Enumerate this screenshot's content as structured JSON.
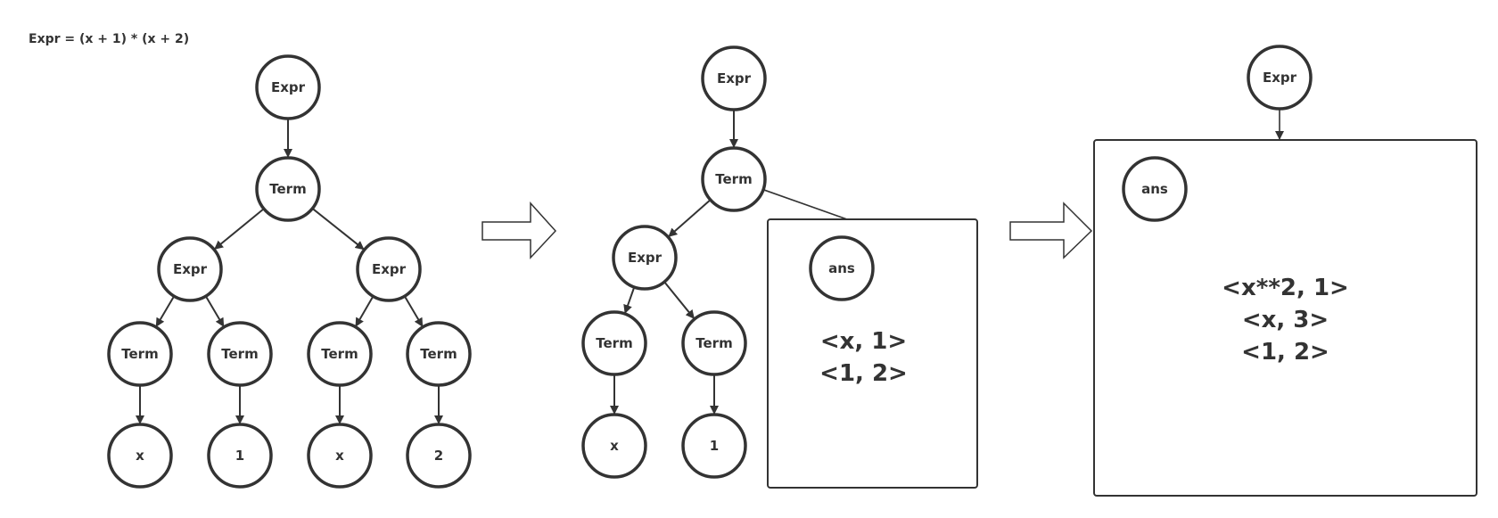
{
  "title": "Expr = (x + 1) * (x + 2)",
  "colors": {
    "stroke": "#333333",
    "text": "#333333",
    "background": "#ffffff"
  },
  "panel1": {
    "nodes": [
      {
        "id": "p1-expr-root",
        "label": "Expr"
      },
      {
        "id": "p1-term-root",
        "label": "Term"
      },
      {
        "id": "p1-expr-left",
        "label": "Expr"
      },
      {
        "id": "p1-expr-right",
        "label": "Expr"
      },
      {
        "id": "p1-term-ll",
        "label": "Term"
      },
      {
        "id": "p1-term-lr",
        "label": "Term"
      },
      {
        "id": "p1-term-rl",
        "label": "Term"
      },
      {
        "id": "p1-term-rr",
        "label": "Term"
      },
      {
        "id": "p1-leaf-x1",
        "label": "x"
      },
      {
        "id": "p1-leaf-1",
        "label": "1"
      },
      {
        "id": "p1-leaf-x2",
        "label": "x"
      },
      {
        "id": "p1-leaf-2",
        "label": "2"
      }
    ]
  },
  "panel2": {
    "nodes": [
      {
        "id": "p2-expr-root",
        "label": "Expr"
      },
      {
        "id": "p2-term-root",
        "label": "Term"
      },
      {
        "id": "p2-expr-left",
        "label": "Expr"
      },
      {
        "id": "p2-term-l",
        "label": "Term"
      },
      {
        "id": "p2-term-r",
        "label": "Term"
      },
      {
        "id": "p2-leaf-x",
        "label": "x"
      },
      {
        "id": "p2-leaf-1",
        "label": "1"
      }
    ],
    "box": {
      "label": "ans",
      "pairs": [
        "<x, 1>",
        "<1, 2>"
      ]
    }
  },
  "panel3": {
    "nodes": [
      {
        "id": "p3-expr-root",
        "label": "Expr"
      }
    ],
    "box": {
      "label": "ans",
      "pairs": [
        "<x**2, 1>",
        "<x, 3>",
        "<1, 2>"
      ]
    }
  },
  "transitions": [
    "right-arrow",
    "right-arrow"
  ]
}
